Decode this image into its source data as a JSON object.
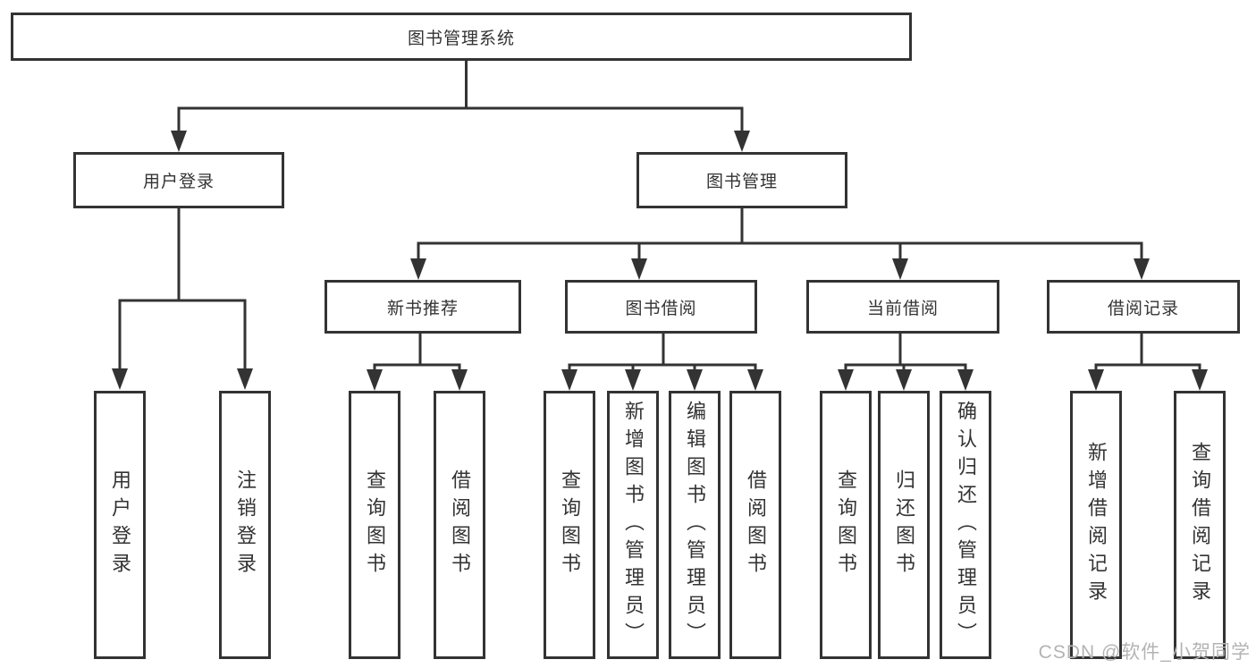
{
  "colors": {
    "line": "#333333",
    "text": "#333333",
    "box_background": "#ffffff",
    "page_background": "#ffffff",
    "watermark": "#b3b3b3"
  },
  "watermark": {
    "text": "CSDN @软件_小贺同学"
  },
  "diagram": {
    "type": "tree",
    "root": {
      "label": "图书管理系统",
      "children": [
        {
          "label": "用户登录",
          "children": [
            {
              "label": "用户登录"
            },
            {
              "label": "注销登录"
            }
          ]
        },
        {
          "label": "图书管理",
          "children": [
            {
              "label": "新书推荐",
              "children": [
                {
                  "label": "查询图书"
                },
                {
                  "label": "借阅图书"
                }
              ]
            },
            {
              "label": "图书借阅",
              "children": [
                {
                  "label": "查询图书"
                },
                {
                  "label": "新增图书（管理员）"
                },
                {
                  "label": "编辑图书（管理员）"
                },
                {
                  "label": "借阅图书"
                }
              ]
            },
            {
              "label": "当前借阅",
              "children": [
                {
                  "label": "查询图书"
                },
                {
                  "label": "归还图书"
                },
                {
                  "label": "确认归还（管理员）"
                }
              ]
            },
            {
              "label": "借阅记录",
              "children": [
                {
                  "label": "新增借阅记录"
                },
                {
                  "label": "查询借阅记录"
                }
              ]
            }
          ]
        }
      ]
    }
  }
}
